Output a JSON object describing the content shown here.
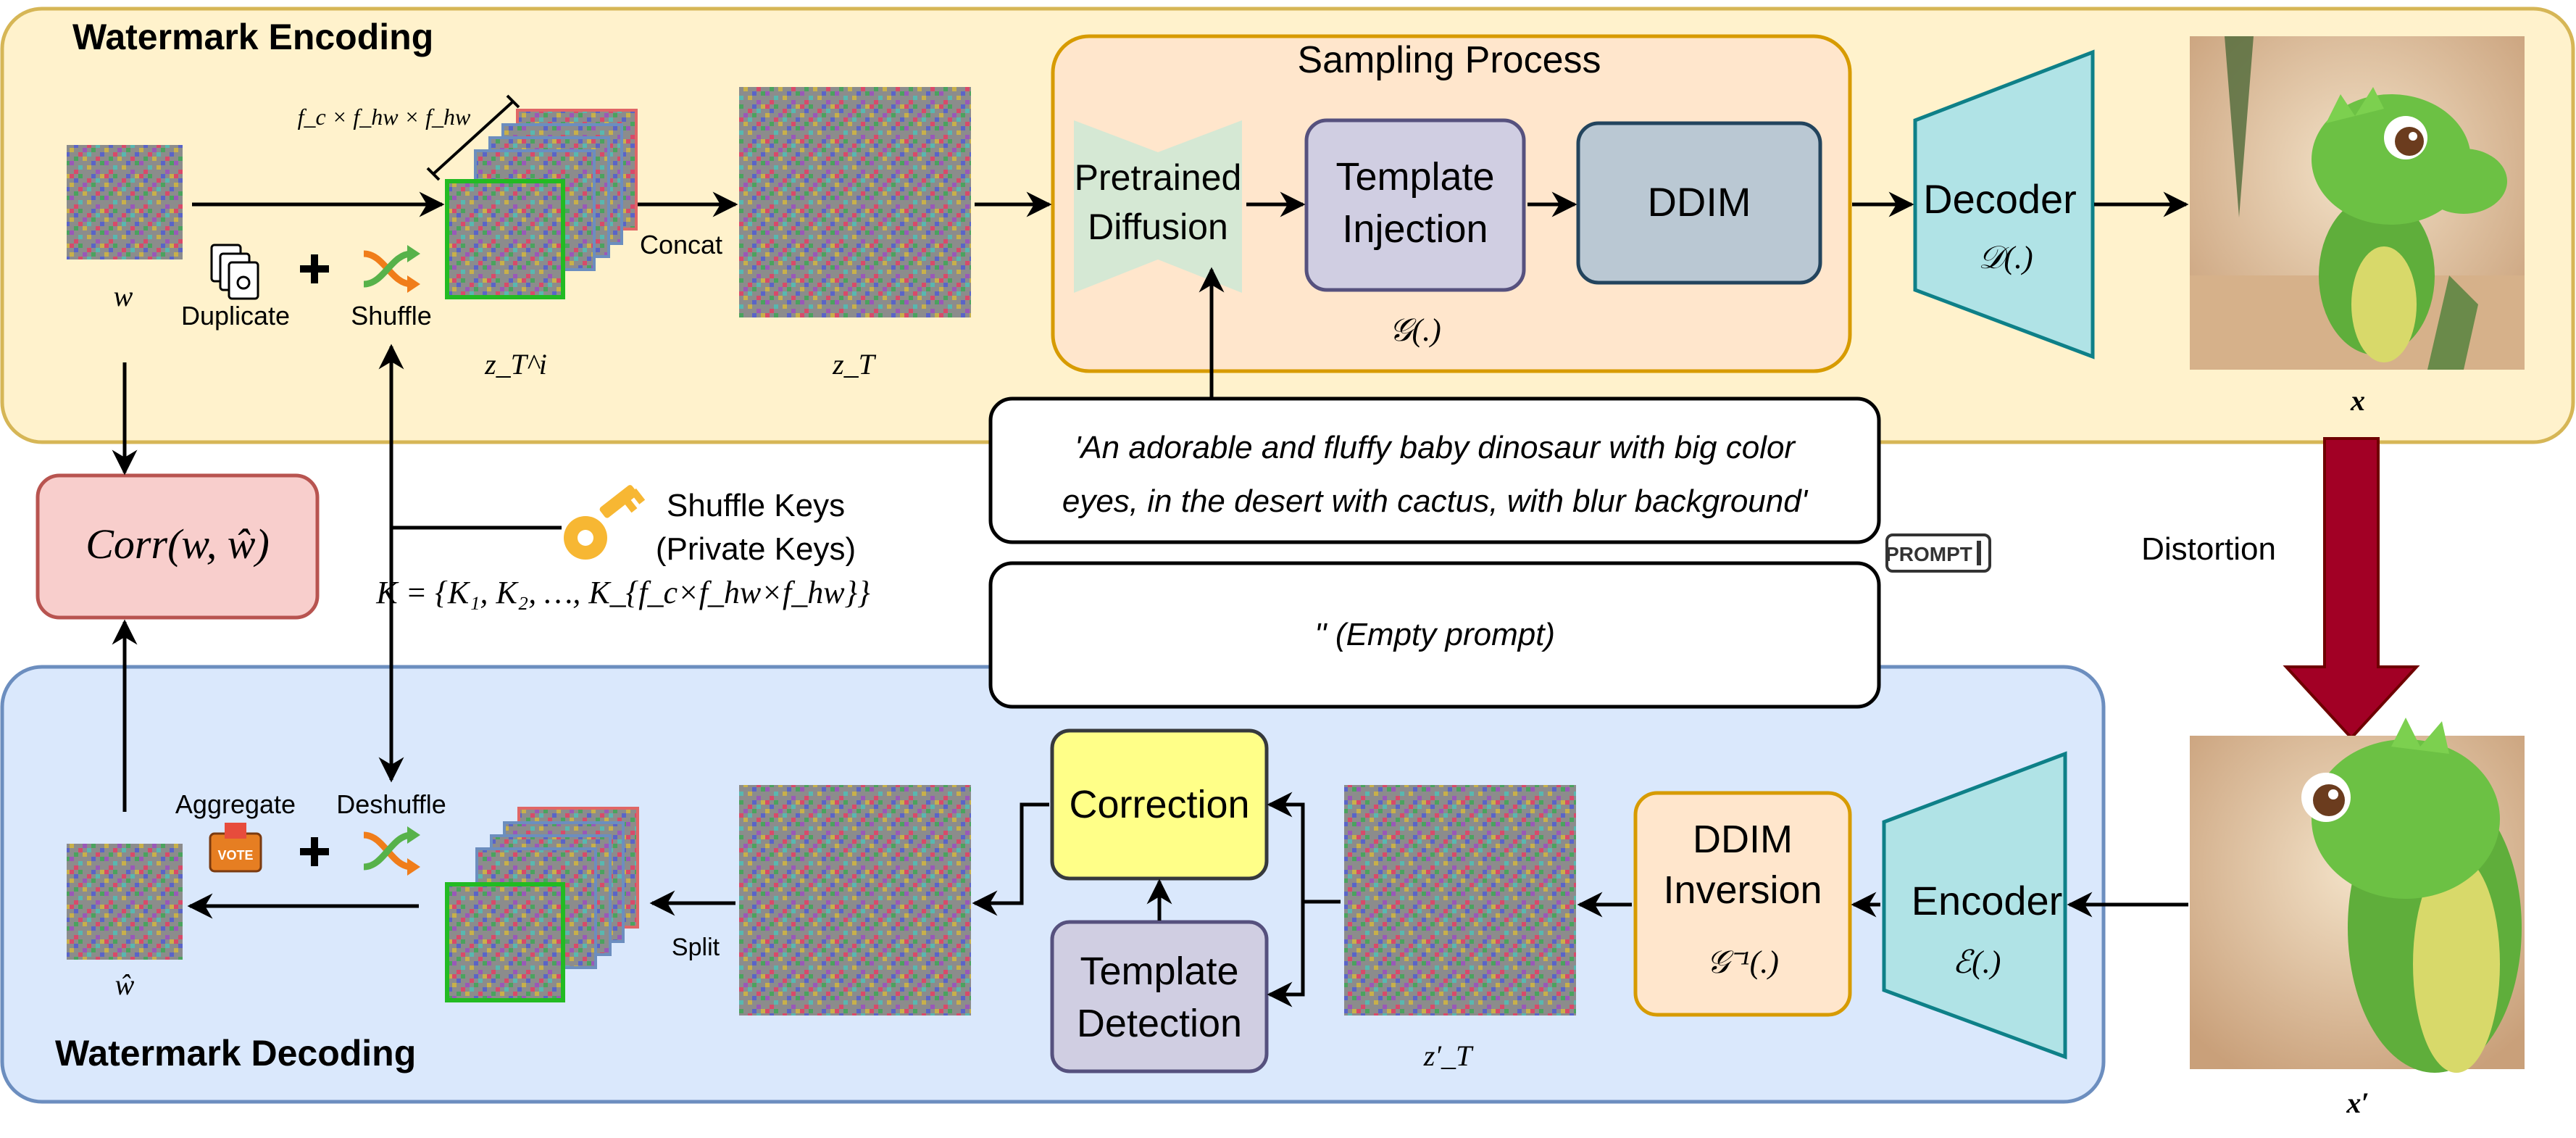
{
  "encoding": {
    "title": "Watermark Encoding",
    "w_label": "w",
    "duplicate_label": "Duplicate",
    "shuffle_label": "Shuffle",
    "dims_label": "f_c × f_hw × f_hw",
    "zti_label": "z_T^i",
    "concat_label": "Concat",
    "zt_label": "z_T",
    "sampling_title": "Sampling Process",
    "pretrained_line1": "Pretrained",
    "pretrained_line2": "Diffusion",
    "template_line1": "Template",
    "template_line2": "Injection",
    "g_label": "𝒢(.)",
    "ddim_label": "DDIM",
    "decoder_label": "Decoder",
    "decoder_math": "𝒟(.)",
    "x_label": "x"
  },
  "prompt": {
    "line1": "'An adorable and fluffy baby dinosaur with big color",
    "line2": "eyes, in the desert with cactus, with blur background'",
    "badge": "PROMPT",
    "empty": "'' (Empty prompt)"
  },
  "keys": {
    "line1": "Shuffle Keys",
    "line2": "(Private Keys)",
    "formula": "K = {K₁, K₂, …, K_{f_c×f_hw×f_hw}}"
  },
  "corr_label": "Corr(w, ŵ)",
  "distortion_label": "Distortion",
  "decoding": {
    "title": "Watermark Decoding",
    "aggregate_label": "Aggregate",
    "vote_label": "VOTE",
    "deshuffle_label": "Deshuffle",
    "what_label": "ŵ",
    "split_label": "Split",
    "correction_label": "Correction",
    "detection_line1": "Template",
    "detection_line2": "Detection",
    "ztp_label": "z′_T",
    "inversion_line1": "DDIM",
    "inversion_line2": "Inversion",
    "ginv_label": "𝒢⁻¹(.)",
    "encoder_label": "Encoder",
    "encoder_math": "ℰ(.)",
    "xp_label": "x′"
  },
  "colors": {
    "encoding_bg": "#fff2cc",
    "encoding_border": "#d6b656",
    "decoding_bg": "#dae8fc",
    "decoding_border": "#6c8ebf",
    "sampling_bg": "#ffe6cc",
    "sampling_border": "#d79b00",
    "template_bg": "#d0cee2",
    "template_border": "#56517e",
    "ddim_bg": "#bac8d3",
    "ddim_border": "#23445d",
    "coder_fill": "#b0e3e6",
    "coder_stroke": "#0e8088",
    "corr_bg": "#f8cecc",
    "corr_border": "#b85450",
    "correction_bg": "#ffff88",
    "distortion_arrow": "#a20025"
  }
}
